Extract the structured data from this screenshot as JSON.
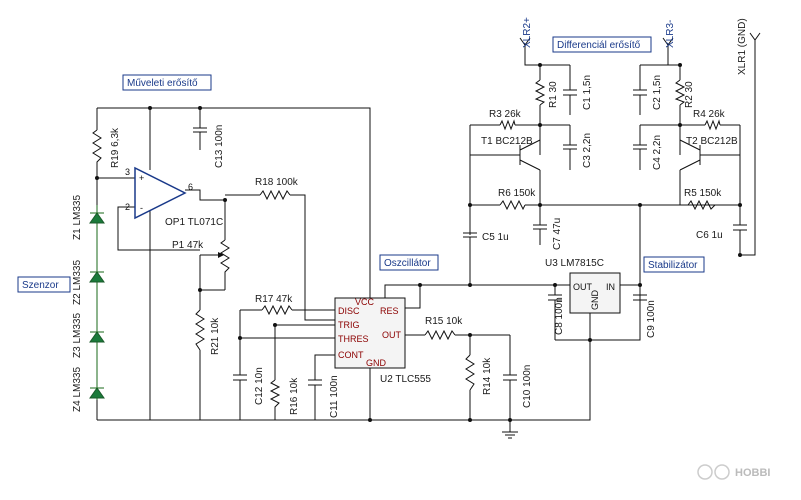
{
  "boxes": {
    "muveleti": "Műveleti erősítő",
    "differencial": "Differenciál erősítő",
    "oszcillator": "Oszcillátor",
    "stabilizator": "Stabilizátor",
    "szenzor": "Szenzor"
  },
  "connectors": {
    "xlr2": "XLR2+",
    "xlr3": "XLR3-",
    "xlr1": "XLR1 (GND)"
  },
  "components": {
    "r19": "R19 6,3k",
    "c13": "C13 100n",
    "op1": "OP1 TL071C",
    "p1": "P1 47k",
    "r18": "R18 100k",
    "r17": "R17 47k",
    "r21": "R21 10k",
    "c12": "C12 10n",
    "r16": "R16 10k",
    "c11": "C11 100n",
    "u2": "U2 TLC555",
    "r15": "R15 10k",
    "r14": "R14 10k",
    "c10": "C10 100n",
    "c5": "C5 1u",
    "c8": "C8 100n",
    "u3": "U3 LM7815C",
    "c9": "C9 100n",
    "c6": "C6 1u",
    "r1": "R1 30",
    "c1": "C1 1,5n",
    "r3": "R3 26k",
    "t1": "T1 BC212B",
    "c3": "C3 2,2n",
    "r6": "R6 150k",
    "c7": "C7 47u",
    "c2": "C2 1,5n",
    "r2": "R2 30",
    "r4": "R4 26k",
    "c4": "C4 2,2n",
    "t2": "T2 BC212B",
    "r5": "R5 150k",
    "z1": "Z1 LM335",
    "z2": "Z2 LM335",
    "z3": "Z3 LM335",
    "z4": "Z4 LM335"
  },
  "pins": {
    "u2_disc": "DISC",
    "u2_trig": "TRIG",
    "u2_thres": "THRES",
    "u2_cont": "CONT",
    "u2_vcc": "VCC",
    "u2_res": "RES",
    "u2_out": "OUT",
    "u2_gnd": "GND",
    "u3_out": "OUT",
    "u3_in": "IN",
    "u3_gnd": "GND",
    "op_pin3": "3",
    "op_pin2": "2",
    "op_pin6": "6",
    "op_plus": "+",
    "op_minus": "-"
  },
  "watermark": "HOBBI"
}
